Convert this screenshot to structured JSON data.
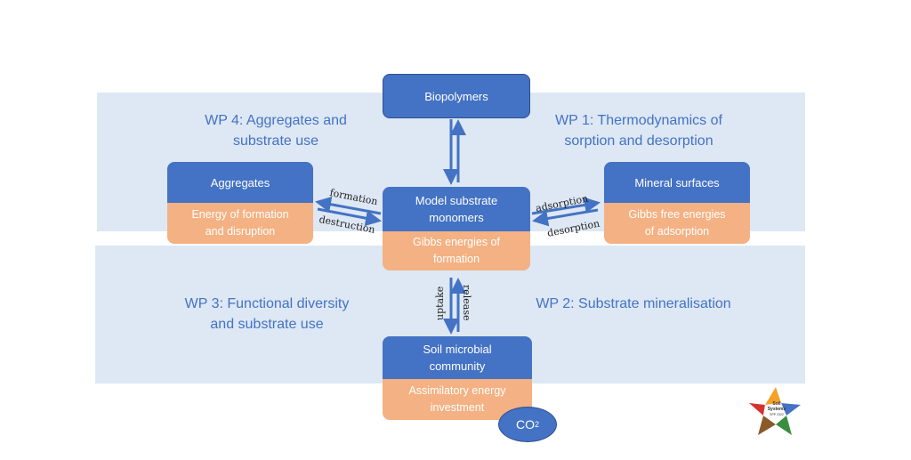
{
  "wp4": {
    "line1": "WP 4: Aggregates and",
    "line2": "substrate use"
  },
  "wp1": {
    "line1": "WP 1: Thermodynamics of",
    "line2": "sorption and desorption"
  },
  "wp3": {
    "line1": "WP 3: Functional diversity",
    "line2": "and substrate use"
  },
  "wp2": {
    "line1": "WP 2: Substrate mineralisation"
  },
  "biopolymers": "Biopolymers",
  "aggregates": {
    "title": "Aggregates",
    "energy_line1": "Energy of formation",
    "energy_line2": "and disruption"
  },
  "model_substrate": {
    "title_line1": "Model substrate",
    "title_line2": "monomers",
    "energy_line1": "Gibbs energies of",
    "energy_line2": "formation"
  },
  "mineral": {
    "title": "Mineral surfaces",
    "energy_line1": "Gibbs free energies",
    "energy_line2": "of adsorption"
  },
  "microbial": {
    "title_line1": "Soil microbial",
    "title_line2": "community",
    "energy_line1": "Assimilatory energy",
    "energy_line2": "investment"
  },
  "arrows": {
    "formation": "formation",
    "destruction": "destruction",
    "adsorption": "adsorption",
    "desorption": "desorption",
    "uptake": "uptake",
    "release": "release"
  },
  "co2": {
    "base": "CO",
    "sub": "2"
  },
  "logo": {
    "line1": "Soil",
    "line2": "Systems",
    "line3": "SPP 2322"
  },
  "colors": {
    "panel": "#dde8f4",
    "box_blue": "#4472c4",
    "box_orange": "#f4b183",
    "wp_text": "#4472c4"
  }
}
